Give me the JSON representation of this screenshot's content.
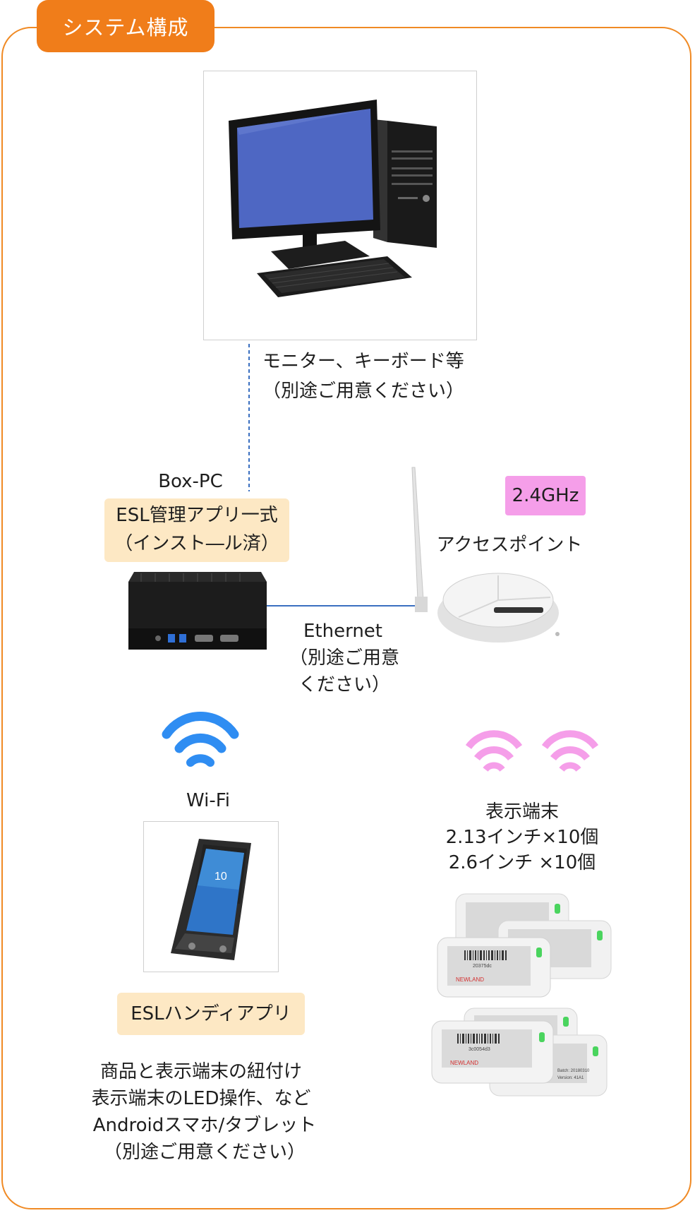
{
  "title": "システム構成",
  "pc": {
    "caption_line1": "モニター、キーボード等",
    "caption_line2": "（別途ご用意ください）"
  },
  "boxpc": {
    "label": "Box-PC",
    "app_line1": "ESL管理アプリ一式",
    "app_line2": "（インスト―ル済）"
  },
  "accesspoint": {
    "freq": "2.4GHz",
    "label": "アクセスポイント"
  },
  "ethernet": {
    "line1": "Ethernet",
    "line2": "（別途ご用意",
    "line3": "ください）"
  },
  "wifi": {
    "label": "Wi-Fi"
  },
  "terminal": {
    "line1": "表示端末",
    "line2": "2.13インチ×10個",
    "line3": "2.6インチ ×10個"
  },
  "handy": {
    "app_label": "ESLハンディアプリ",
    "line1": "商品と表示端末の紐付け",
    "line2": "表示端末のLED操作、など",
    "line3": "Androidスマホ/タブレット",
    "line4": "（別途ご用意ください）"
  },
  "phone": {
    "screen_time": "10"
  },
  "esl_labels": {
    "brand": "NEWLAND",
    "code_a": "20375dc",
    "code_b": "3c0054d3",
    "batch": "Batch: 20180310",
    "version": "Version: 41A1"
  },
  "colors": {
    "accent": "#f07d1a",
    "wifi": "#2f8df2",
    "rf": "#f59ee9",
    "line": "#3a6fc0"
  }
}
